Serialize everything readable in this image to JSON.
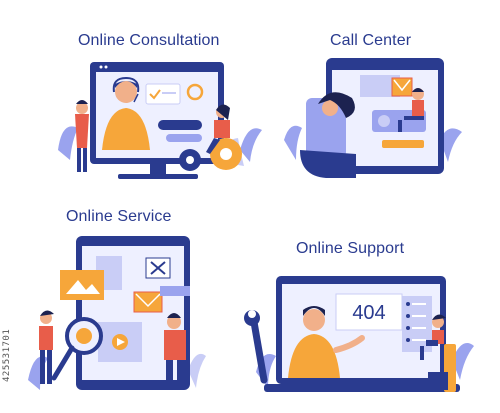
{
  "panels": [
    {
      "title": "Online Consultation"
    },
    {
      "title": "Call Center"
    },
    {
      "title": "Online Service"
    },
    {
      "title": "Online Support"
    }
  ],
  "error_code": "404",
  "stock_id": "425531701",
  "colors": {
    "navy": "#2a3b8f",
    "orange": "#f6a63a",
    "skin": "#f1b08a",
    "lavender": "#c9cdf6",
    "accent": "#e85d4a"
  }
}
